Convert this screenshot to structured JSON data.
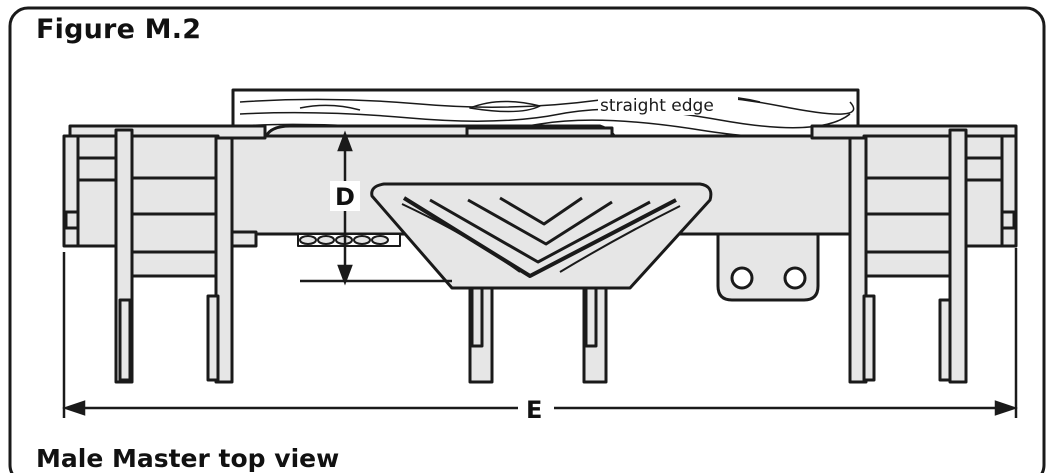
{
  "figure": {
    "title": "Figure M.2",
    "caption": "Male Master top view"
  },
  "labels": {
    "straight_edge": "straight edge",
    "dimension_d": "D",
    "dimension_e": "E"
  },
  "colors": {
    "fill": "#e6e6e6",
    "stroke": "#1a1a1a",
    "background": "#ffffff"
  }
}
